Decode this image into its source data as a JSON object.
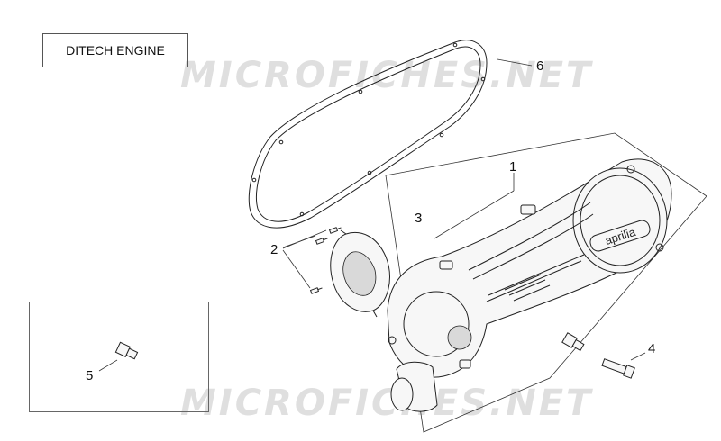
{
  "title": "DITECH ENGINE",
  "watermark": "MICROFICHES.NET",
  "callouts": {
    "c1": "1",
    "c2": "2",
    "c3": "3",
    "c4": "4",
    "c5": "5",
    "c6": "6"
  },
  "cover_logo": "aprilia"
}
